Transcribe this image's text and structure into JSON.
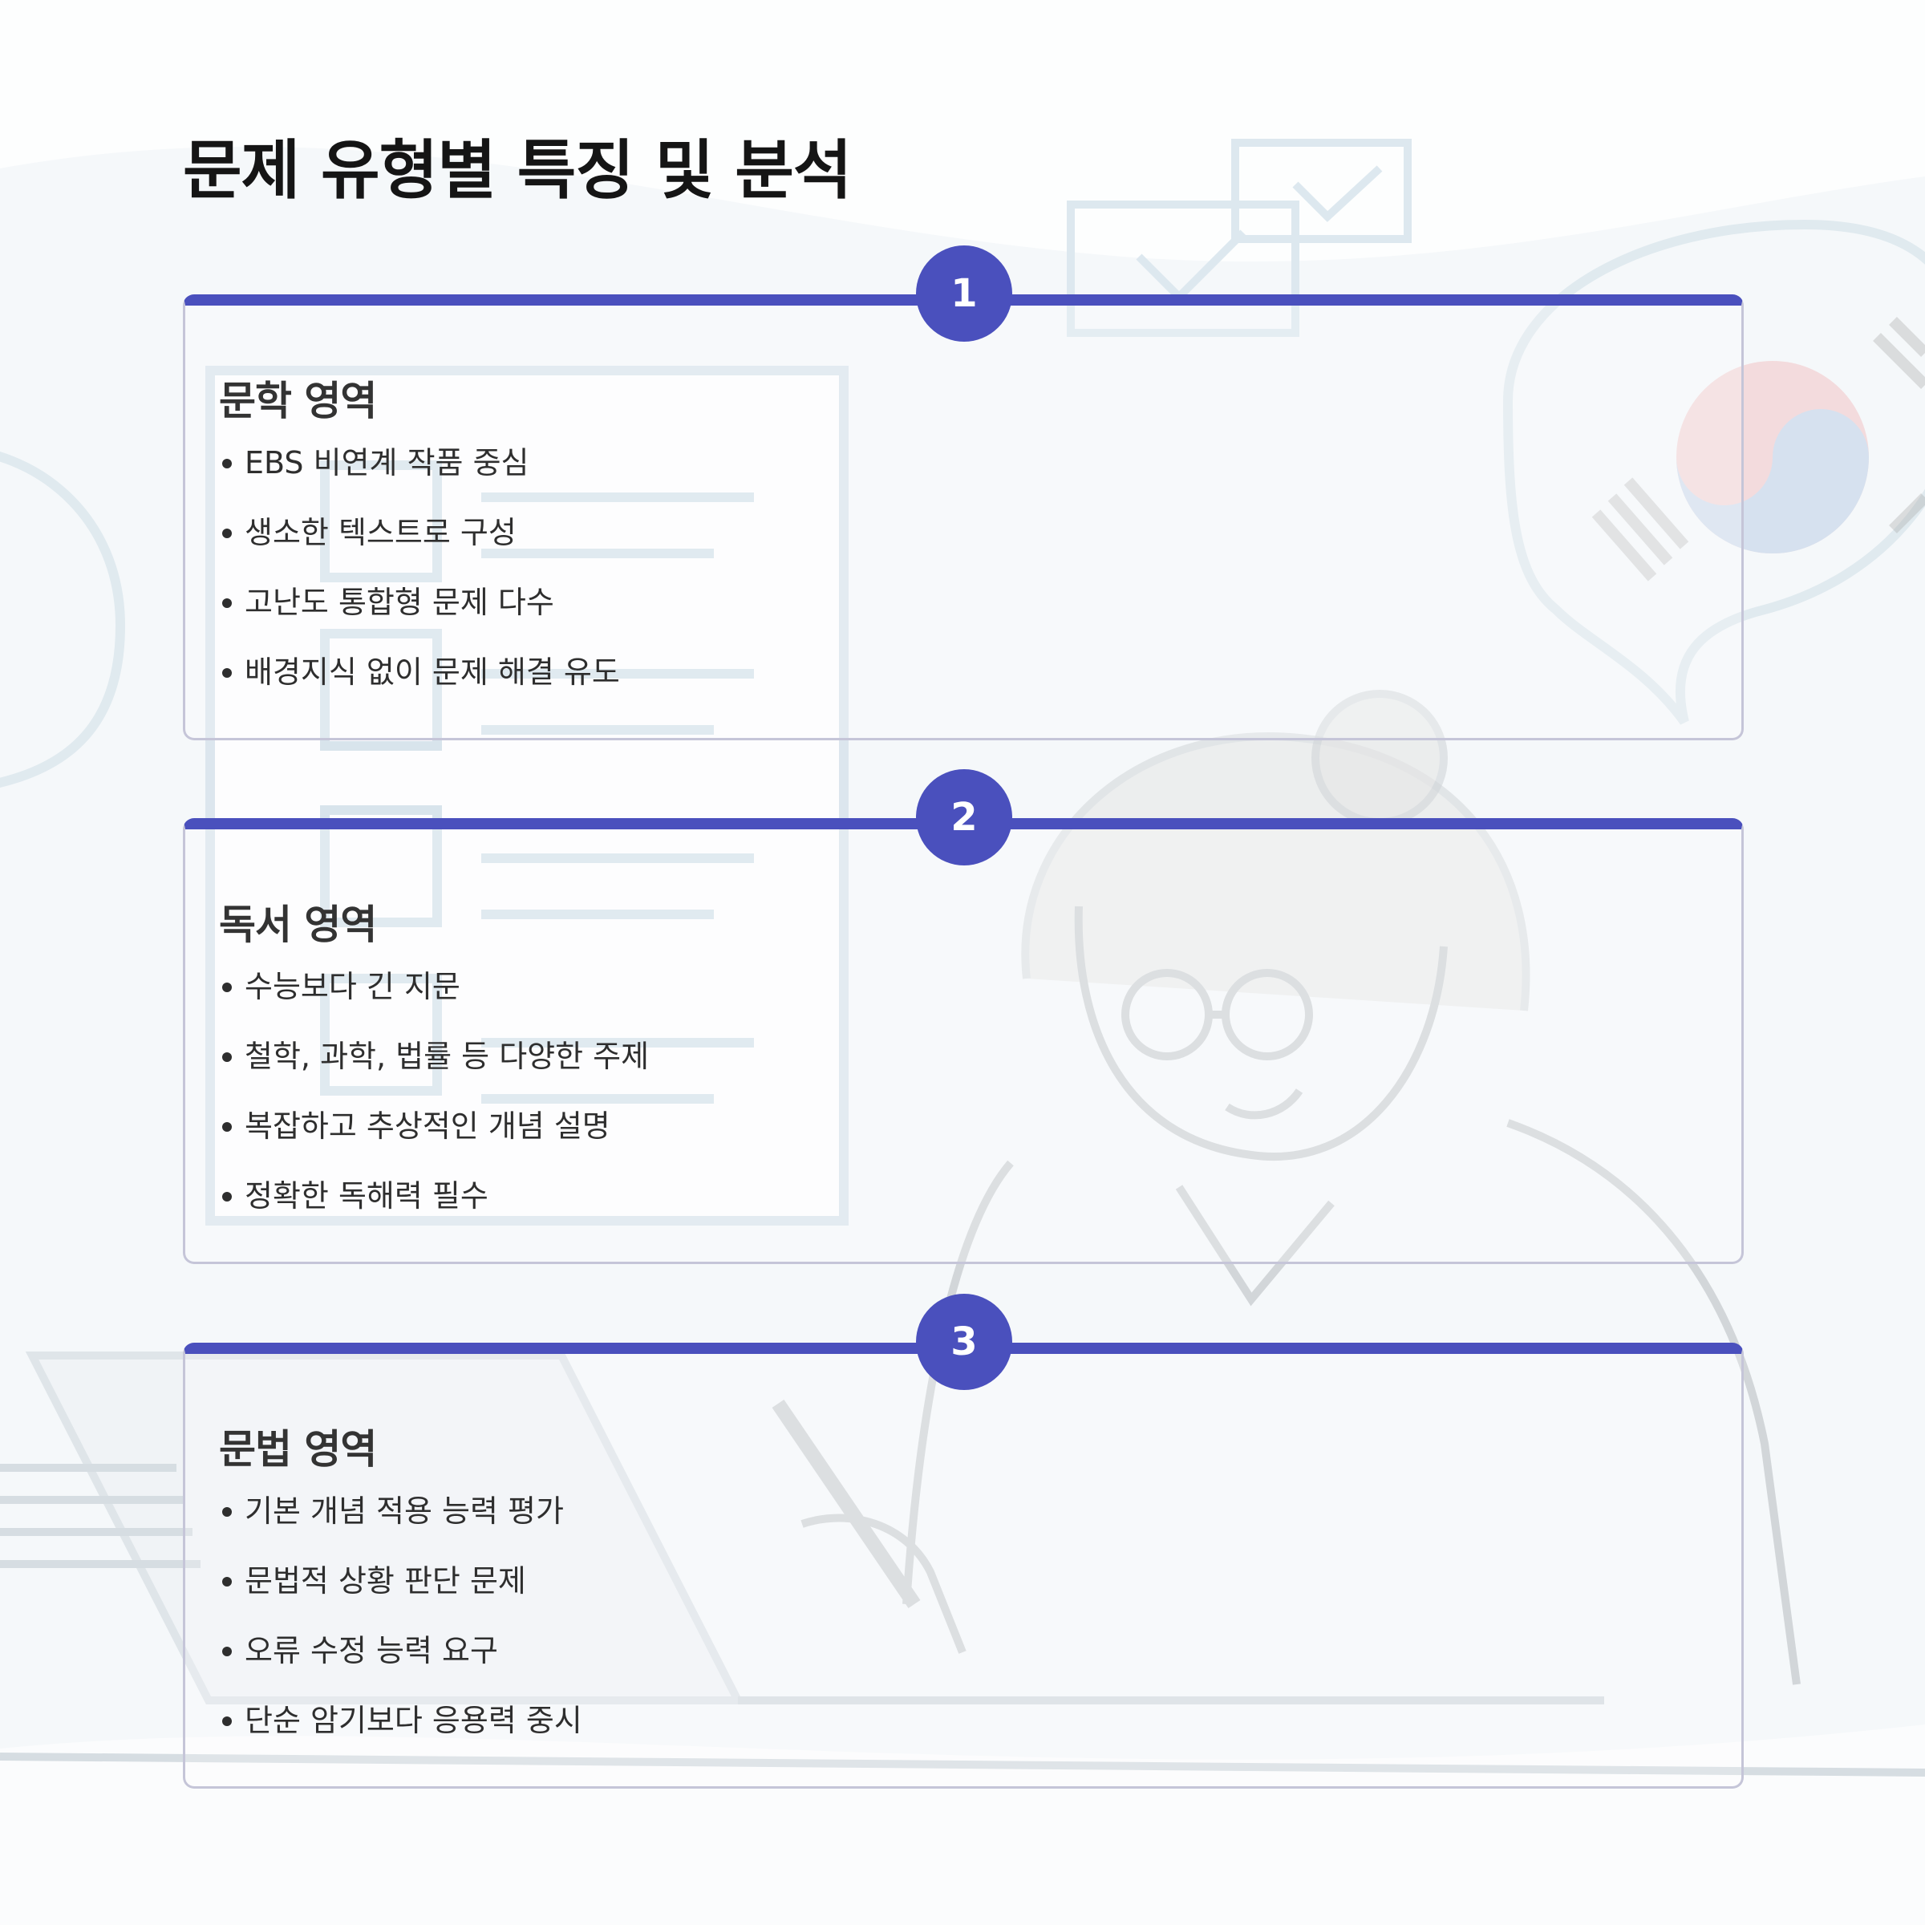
{
  "title": "문제 유형별 특징 및 분석",
  "colors": {
    "accent": "#4a50bd",
    "card_border": "#c5c5d8",
    "background": "#f5f8fa"
  },
  "sections": [
    {
      "number": "1",
      "title": "문학 영역",
      "items": [
        "EBS 비연계 작품 중심",
        "생소한 텍스트로 구성",
        "고난도 통합형 문제 다수",
        "배경지식 없이 문제 해결 유도"
      ]
    },
    {
      "number": "2",
      "title": "독서 영역",
      "items": [
        "수능보다 긴 지문",
        "철학, 과학, 법률 등 다양한 주제",
        "복잡하고 추상적인 개념 설명",
        "정확한 독해력 필수"
      ]
    },
    {
      "number": "3",
      "title": "문법 영역",
      "items": [
        "기본 개념 적용 능력 평가",
        "문법적 상황 판단 문제",
        "오류 수정 능력 요구",
        "단순 암기보다 응용력 중시"
      ]
    }
  ]
}
